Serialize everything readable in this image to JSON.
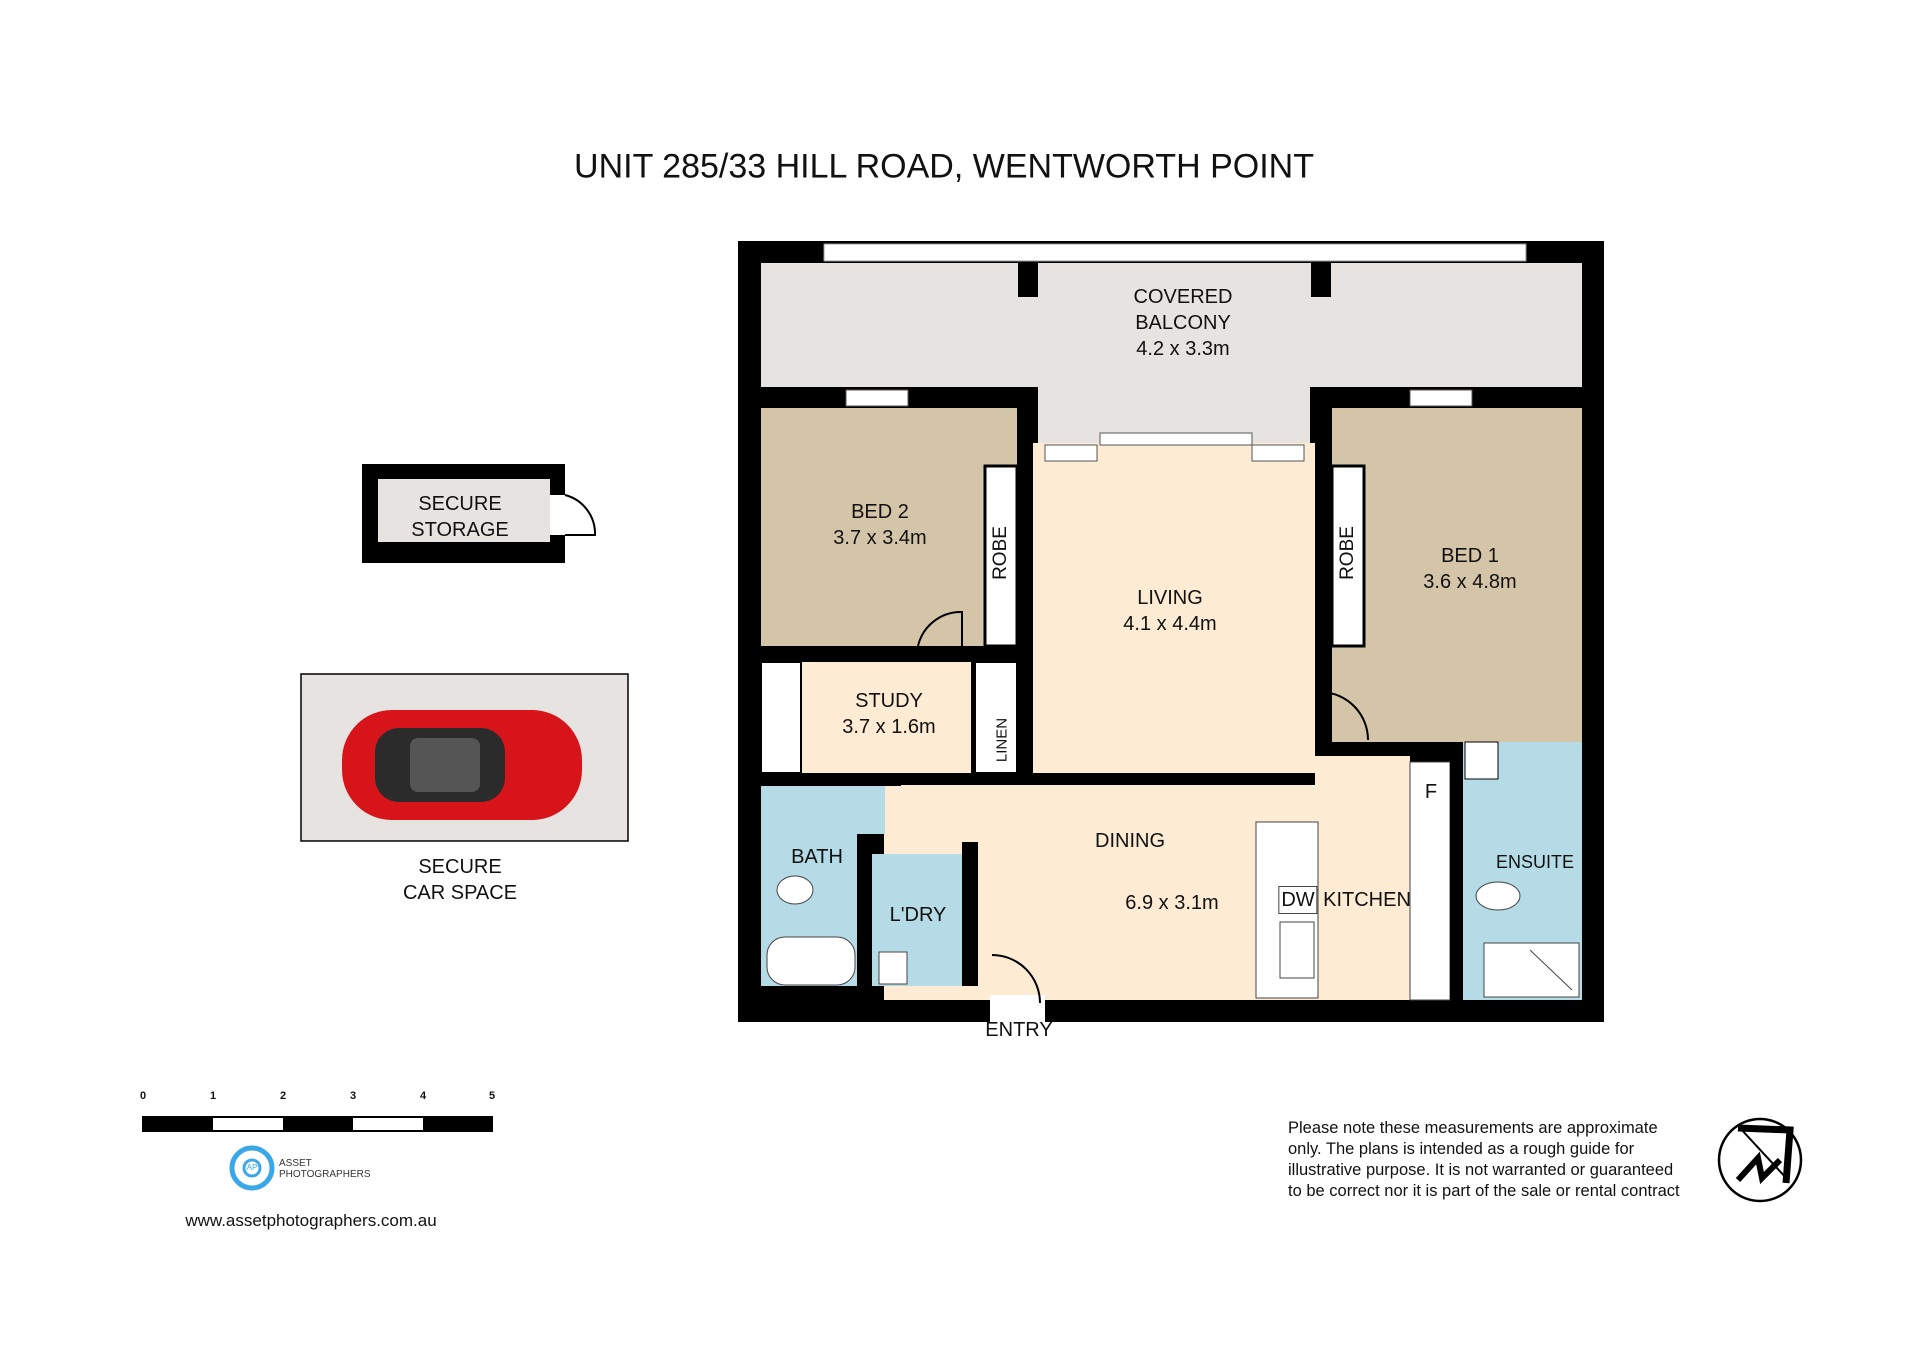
{
  "title": "UNIT 285/33 HILL ROAD, WENTWORTH POINT",
  "rooms": {
    "balcony": {
      "name": "COVERED\nBALCONY",
      "name1": "COVERED",
      "name2": "BALCONY",
      "size": "4.2 x 3.3m"
    },
    "bed2": {
      "name": "BED 2",
      "size": "3.7 x 3.4m"
    },
    "bed1": {
      "name": "BED 1",
      "size": "3.6 x 4.8m"
    },
    "living": {
      "name": "LIVING",
      "size": "4.1 x 4.4m"
    },
    "study": {
      "name": "STUDY",
      "size": "3.7 x 1.6m"
    },
    "dining": {
      "name": "DINING",
      "size": "6.9 x 3.1m"
    },
    "robe_left": "ROBE",
    "robe_right": "ROBE",
    "linen": "LINEN",
    "bath": "BATH",
    "laundry": "L'DRY",
    "ensuite": "ENSUITE",
    "kitchen": "KITCHEN",
    "dw": "DW",
    "fridge": "F",
    "entry": "ENTRY"
  },
  "storage": {
    "line1": "SECURE",
    "line2": "STORAGE"
  },
  "car_space": {
    "line1": "SECURE",
    "line2": "CAR SPACE"
  },
  "scale_bar": {
    "ticks": [
      "0",
      "1",
      "2",
      "3",
      "4",
      "5"
    ]
  },
  "logo": {
    "line1": "ASSET",
    "line2": "PHOTOGRAPHERS",
    "mark": "AP"
  },
  "website": "www.assetphotographers.com.au",
  "disclaimer": "Please note these measurements are approximate only. The plans is intended as a rough guide for illustrative purpose. It is not warranted or guaranteed to be correct nor it is part of the sale or rental contract",
  "colors": {
    "wall": "#000000",
    "balcony": "#e6e3e1",
    "bedroom": "#d4c4a8",
    "living": "#fdebd3",
    "wet": "#b5dbe6",
    "brand": "#3aa8e8"
  }
}
